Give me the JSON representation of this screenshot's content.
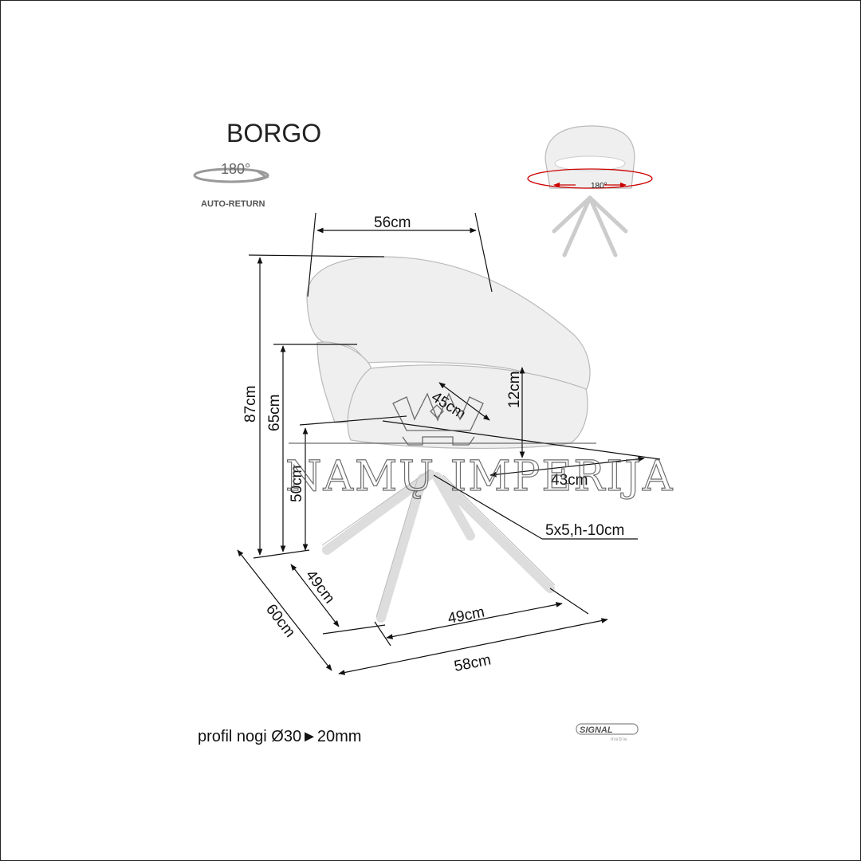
{
  "product": {
    "name": "BORGO",
    "rotation_label": "180°",
    "auto_return_label": "AUTO-RETURN",
    "preview_rotation_label": "180°"
  },
  "dimensions": {
    "width_top": "56cm",
    "height_total": "87cm",
    "height_armrest": "65cm",
    "height_seat": "50cm",
    "armrest_above_seat": "12cm",
    "seat_depth_diag": "45cm",
    "seat_width": "43cm",
    "leg_profile_box": "5x5,h-10cm",
    "depth_inner": "49cm",
    "width_inner": "49cm",
    "depth_total": "60cm",
    "width_total": "58cm"
  },
  "footer": {
    "leg_profile_text": "profil nogi Ø30►20mm",
    "brand_logo": "SIGNAL",
    "brand_sub": "meble"
  },
  "watermark": {
    "text": "NAMŲ IMPERIJA"
  },
  "colors": {
    "chair_fabric": "#efefef",
    "rotation_arrow": "#cc0000"
  }
}
